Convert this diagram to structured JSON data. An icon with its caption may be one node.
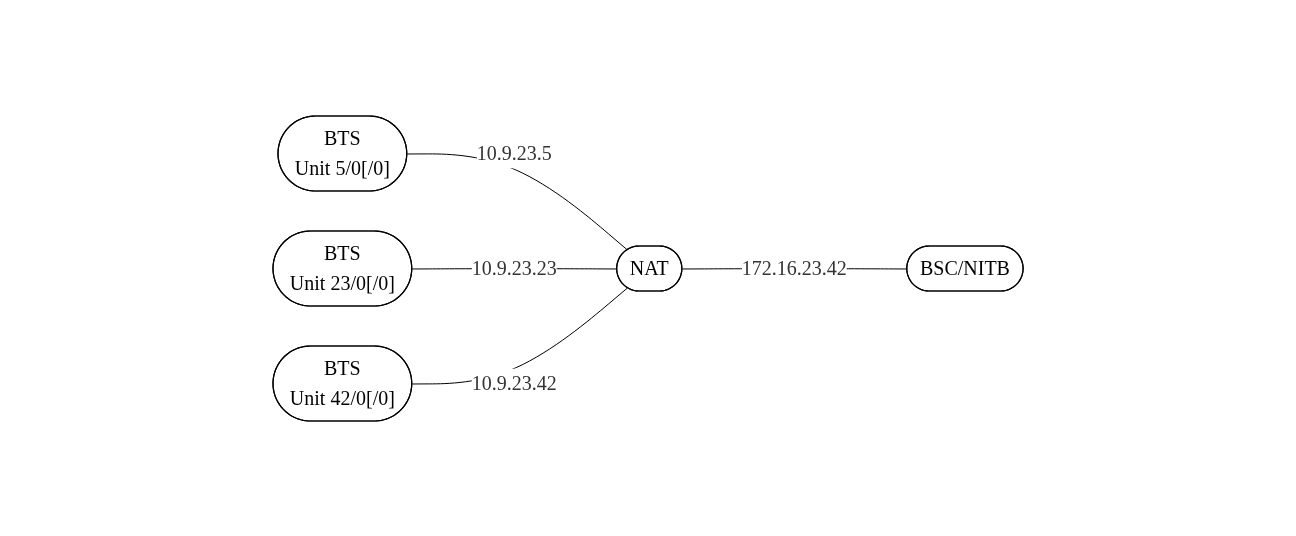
{
  "diagram": {
    "nodes": [
      {
        "text": [
          "BTS",
          "Unit 5/0[/0]"
        ]
      },
      {
        "text": [
          "BTS",
          "Unit 23/0[/0]"
        ]
      },
      {
        "text": [
          "BTS",
          "Unit 42/0[/0]"
        ]
      },
      {
        "text": [
          "NAT"
        ]
      },
      {
        "text": [
          "BSC/NITB"
        ]
      }
    ],
    "edges": [
      {
        "from": 0,
        "to": 3,
        "arrow": "none",
        "label": "10.9.23.5"
      },
      {
        "from": 1,
        "to": 3,
        "arrow": "none",
        "label": "10.9.23.23"
      },
      {
        "from": 2,
        "to": 3,
        "arrow": "none",
        "label": "10.9.23.42"
      },
      {
        "from": 3,
        "to": 4,
        "arrow": "none",
        "label": "172.16.23.42"
      }
    ]
  }
}
